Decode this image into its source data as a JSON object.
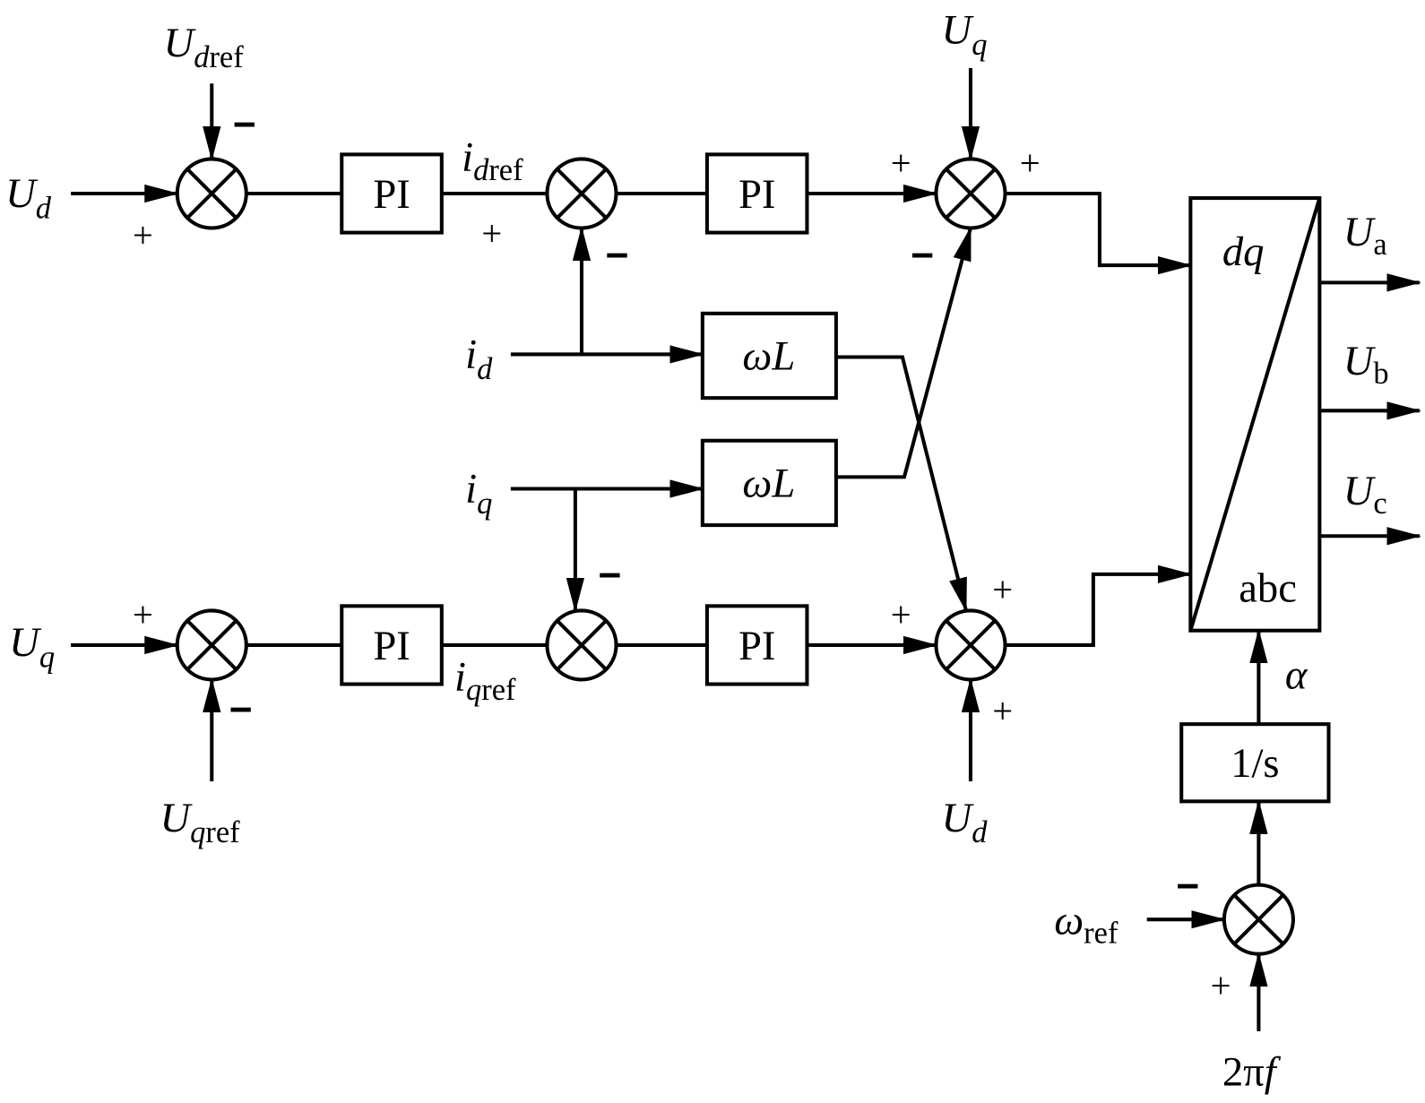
{
  "blocks": {
    "pi": "PI",
    "wl": "ωL",
    "integrator": "1/s",
    "transform_top": "dq",
    "transform_bottom": "abc"
  },
  "signs": {
    "plus": "+",
    "minus": "−"
  },
  "labels": {
    "ud": {
      "base": "U",
      "sub": "d"
    },
    "udref": {
      "base": "U",
      "sub_i": "d",
      "sub": "ref"
    },
    "idref": {
      "base": "i",
      "sub_i": "d",
      "sub": "ref"
    },
    "id": {
      "base": "i",
      "sub": "d"
    },
    "iq": {
      "base": "i",
      "sub": "q"
    },
    "iqref": {
      "base": "i",
      "sub_i": "q",
      "sub": "ref"
    },
    "uq": {
      "base": "U",
      "sub": "q"
    },
    "uqref": {
      "base": "U",
      "sub_i": "q",
      "sub": "ref"
    },
    "ua": {
      "base": "U",
      "sub": "a"
    },
    "ub": {
      "base": "U",
      "sub": "b"
    },
    "uc": {
      "base": "U",
      "sub": "c"
    },
    "alpha": "α",
    "wref": {
      "base": "ω",
      "sub": "ref"
    },
    "freq": {
      "num": "2π",
      "var": "f"
    }
  },
  "colors": {
    "line": "#000000",
    "background": "#ffffff"
  }
}
